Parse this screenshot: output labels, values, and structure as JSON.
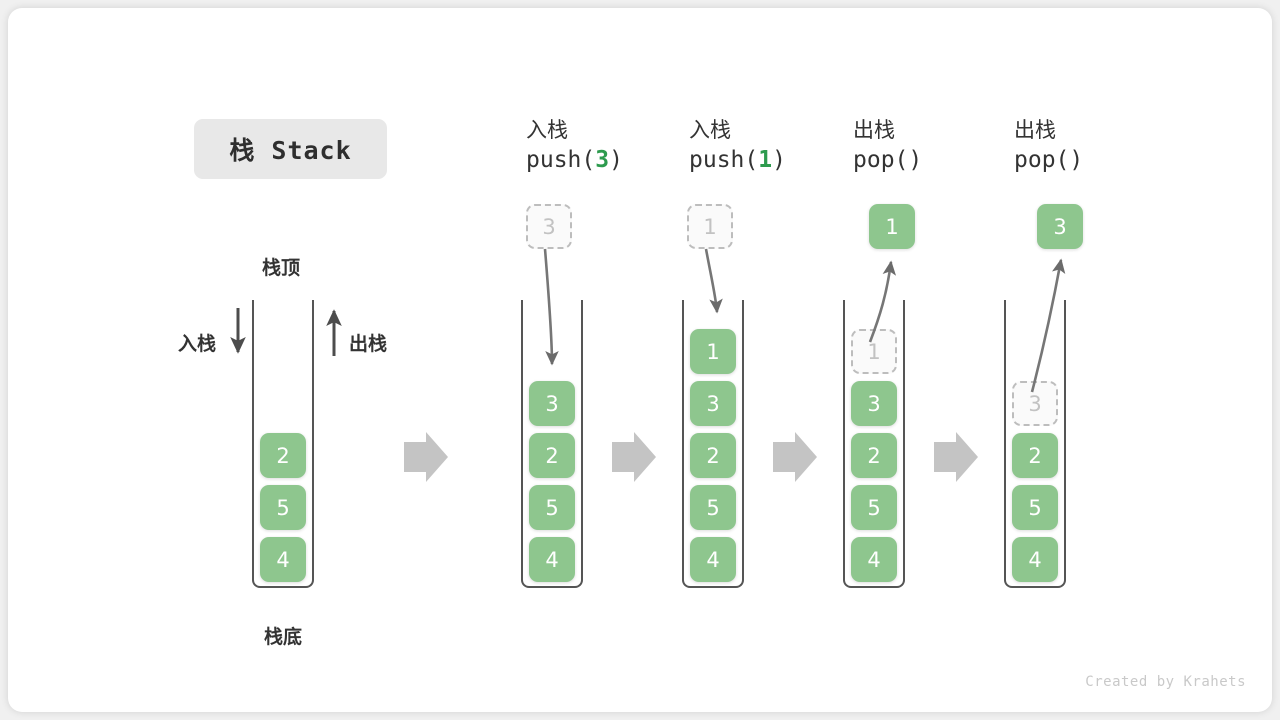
{
  "title": {
    "text": "栈 Stack"
  },
  "labels": {
    "top": "栈顶",
    "bottom": "栈底",
    "push_side": "入栈",
    "pop_side": "出栈"
  },
  "colors": {
    "cell_green": "#8ec68e",
    "code_number_green": "#2d9b4e",
    "arrow_gray": "#c4c4c4",
    "line_gray": "#6b6b6b",
    "container_border": "#555555",
    "ghost_border": "#bdbdbd",
    "ghost_text": "#c2c2c2",
    "chip_bg": "#e8e8e8"
  },
  "operations": [
    {
      "cn": "入栈",
      "code_prefix": "push(",
      "code_value": "3",
      "code_suffix": ")"
    },
    {
      "cn": "入栈",
      "code_prefix": "push(",
      "code_value": "1",
      "code_suffix": ")"
    },
    {
      "cn": "出栈",
      "code_prefix": "pop(",
      "code_value": "",
      "code_suffix": ")"
    },
    {
      "cn": "出栈",
      "code_prefix": "pop(",
      "code_value": "",
      "code_suffix": ")"
    }
  ],
  "stacks": [
    {
      "name": "initial",
      "cells": [
        "2",
        "5",
        "4"
      ]
    },
    {
      "name": "after-push-3",
      "cells": [
        "3",
        "2",
        "5",
        "4"
      ]
    },
    {
      "name": "after-push-1",
      "cells": [
        "1",
        "3",
        "2",
        "5",
        "4"
      ]
    },
    {
      "name": "popping-1",
      "cells": [
        "1",
        "3",
        "2",
        "5",
        "4"
      ],
      "ghost_top": "1"
    },
    {
      "name": "popping-3",
      "cells": [
        "3",
        "2",
        "5",
        "4"
      ],
      "ghost_top": "3"
    }
  ],
  "floating_cells": [
    {
      "name": "incoming-3",
      "value": "3",
      "style": "ghost"
    },
    {
      "name": "incoming-1",
      "value": "1",
      "style": "ghost"
    },
    {
      "name": "popped-1",
      "value": "1",
      "style": "solid"
    },
    {
      "name": "popped-3",
      "value": "3",
      "style": "solid"
    }
  ],
  "footer": {
    "credit": "Created by Krahets"
  }
}
